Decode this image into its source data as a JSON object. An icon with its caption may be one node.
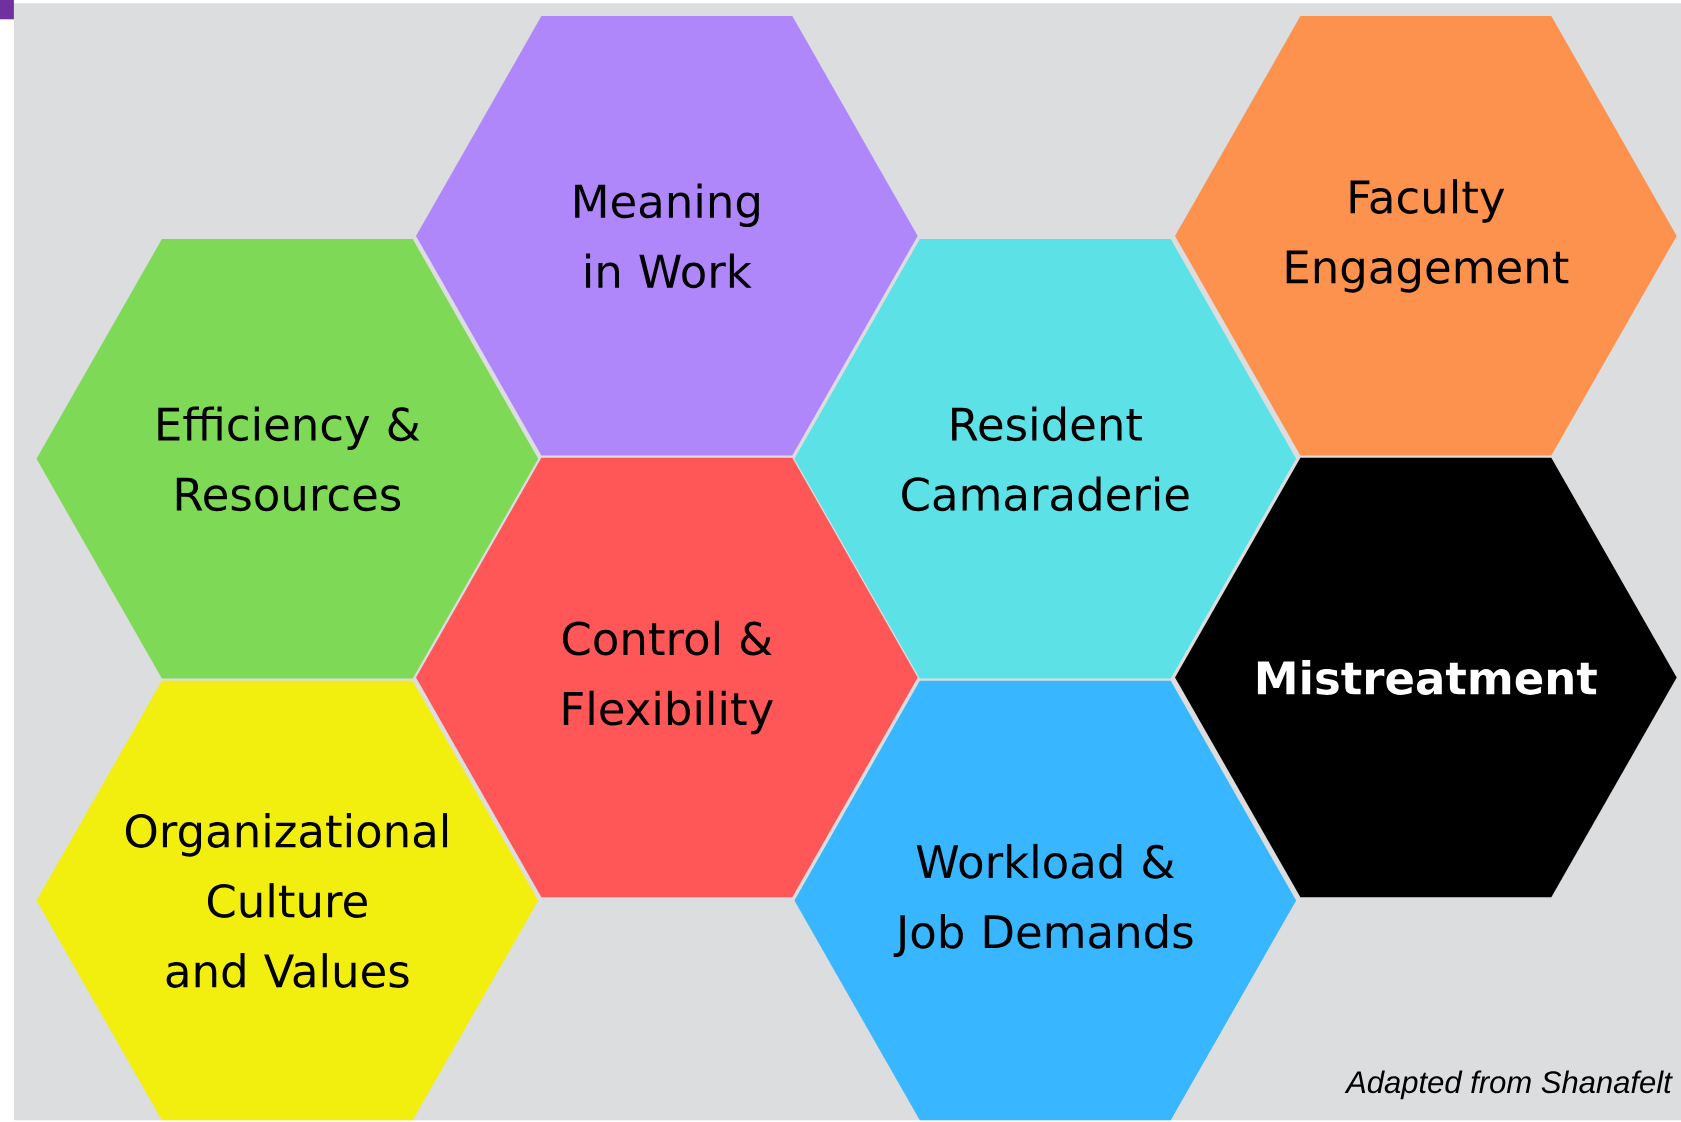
{
  "diagram": {
    "caption": "Adapted from Shanafelt",
    "nodes": [
      {
        "text": [
          "Meaning in Work"
        ]
      },
      {
        "text": [
          "Faculty Engagement"
        ]
      },
      {
        "text": [
          "Efficiency & Resources"
        ]
      },
      {
        "text": [
          "Resident Camaraderie"
        ]
      },
      {
        "text": [
          "Control & Flexibility"
        ]
      },
      {
        "text": [
          "Mistreatment"
        ]
      },
      {
        "text": [
          "Organizational Culture and Values"
        ]
      },
      {
        "text": [
          "Workload & Job Demands"
        ]
      }
    ]
  }
}
